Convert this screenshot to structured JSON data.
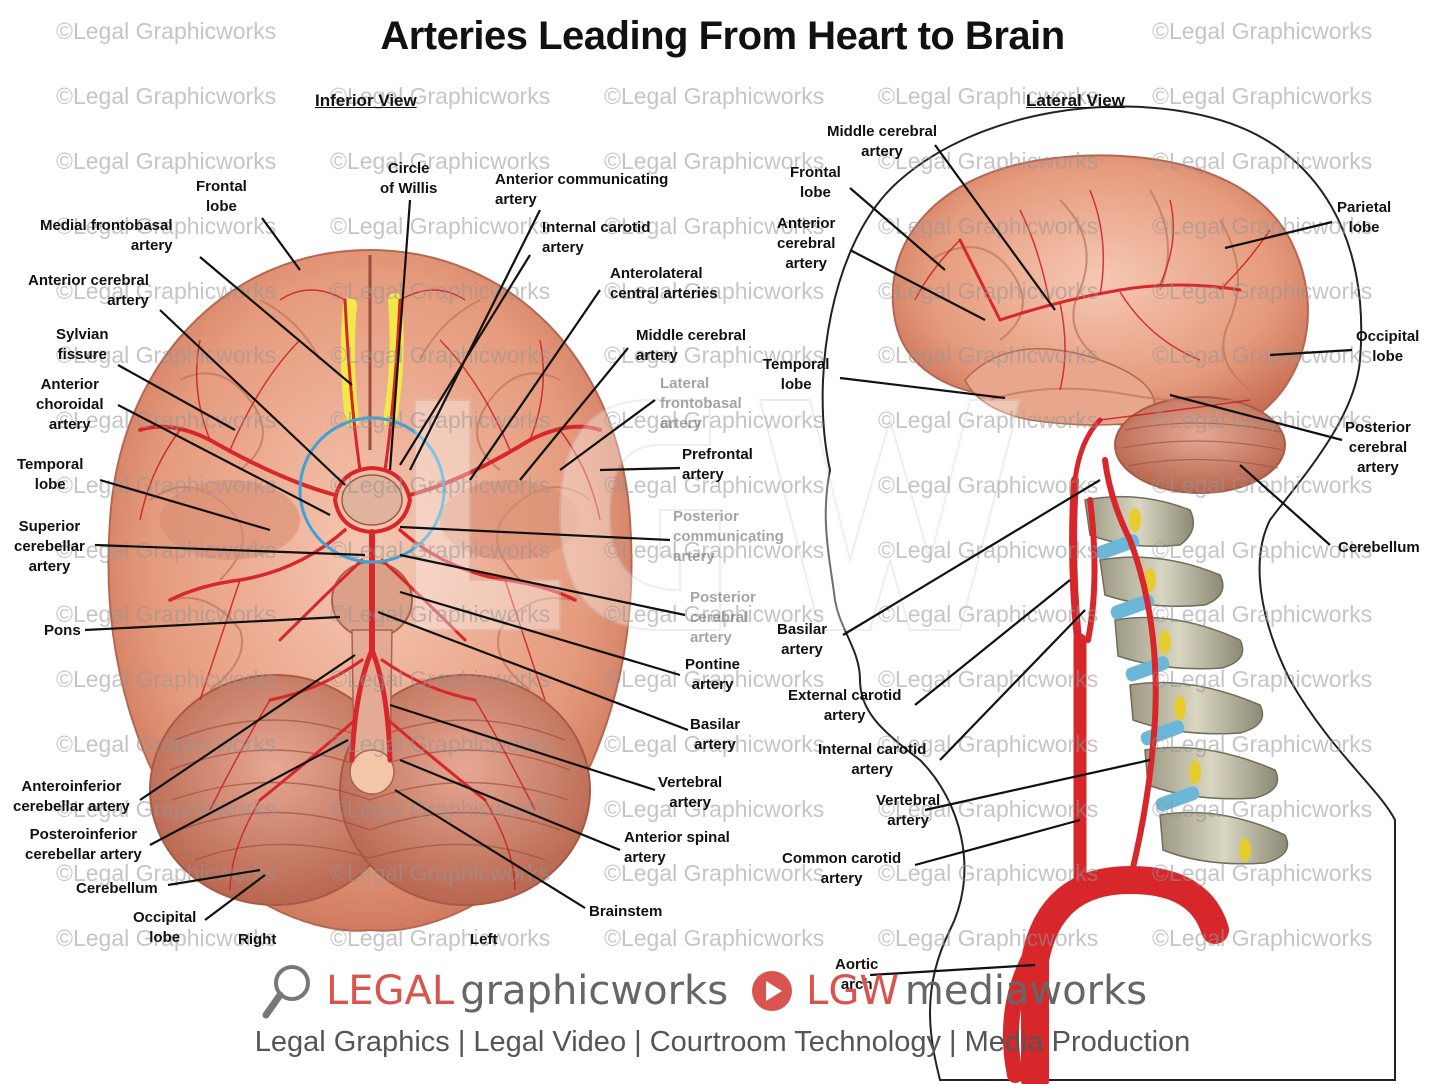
{
  "title": "Arteries Leading From Heart to Brain",
  "views": {
    "inferior": "Inferior View",
    "lateral": "Lateral View"
  },
  "watermark": "©Legal Graphicworks",
  "inferior_labels": {
    "frontal_lobe": "Frontal\nlobe",
    "circle_of_willis": "Circle\nof Willis",
    "anterior_communicating": "Anterior communicating\nartery",
    "medial_frontobasal": "Medial frontobasal\nartery",
    "internal_carotid": "Internal carotid\nartery",
    "anterior_cerebral": "Anterior cerebral\nartery",
    "anterolateral_central": "Anterolateral\ncentral arteries",
    "sylvian_fissure": "Sylvian\nfissure",
    "middle_cerebral": "Middle cerebral\nartery",
    "anterior_choroidal": "Anterior\nchoroidal\nartery",
    "lateral_frontobasal": "Lateral\nfrontobasal\nartery",
    "temporal_lobe": "Temporal\nlobe",
    "prefrontal": "Prefrontal\nartery",
    "superior_cerebellar": "Superior\ncerebellar\nartery",
    "posterior_communicating": "Posterior\ncommunicating\nartery",
    "posterior_cerebral": "Posterior\ncerebral\nartery",
    "pons": "Pons",
    "pontine": "Pontine\nartery",
    "basilar": "Basilar\nartery",
    "vertebral": "Vertebral\nartery",
    "anteroinferior_cerebellar": "Anteroinferior\ncerebellar artery",
    "posteroinferior_cerebellar": "Posteroinferior\ncerebellar artery",
    "anterior_spinal": "Anterior spinal\nartery",
    "cerebellum": "Cerebellum",
    "brainstem": "Brainstem",
    "occipital_lobe": "Occipital\nlobe",
    "right": "Right",
    "left": "Left"
  },
  "lateral_labels": {
    "middle_cerebral": "Middle cerebral\nartery",
    "frontal_lobe": "Frontal\nlobe",
    "parietal_lobe": "Parietal\nlobe",
    "anterior_cerebral": "Anterior\ncerebral\nartery",
    "occipital_lobe": "Occipital\nlobe",
    "temporal_lobe": "Temporal\nlobe",
    "posterior_cerebral": "Posterior\ncerebral\nartery",
    "cerebellum": "Cerebellum",
    "basilar": "Basilar\nartery",
    "external_carotid": "External carotid\nartery",
    "internal_carotid": "Internal carotid\nartery",
    "vertebral": "Vertebral\nartery",
    "common_carotid": "Common carotid\nartery",
    "aortic_arch": "Aortic\narch"
  },
  "logos": {
    "legal": "LEGAL",
    "graphicworks": "graphicworks",
    "lgw": "LGW",
    "mediaworks": "mediaworks"
  },
  "tagline": "Legal Graphics | Legal Video | Courtroom Technology | Media Production",
  "colors": {
    "artery": "#d8272b",
    "brain": "#e9a48a",
    "ring": "#3aa3d9",
    "brand_red": "#d9534f"
  }
}
